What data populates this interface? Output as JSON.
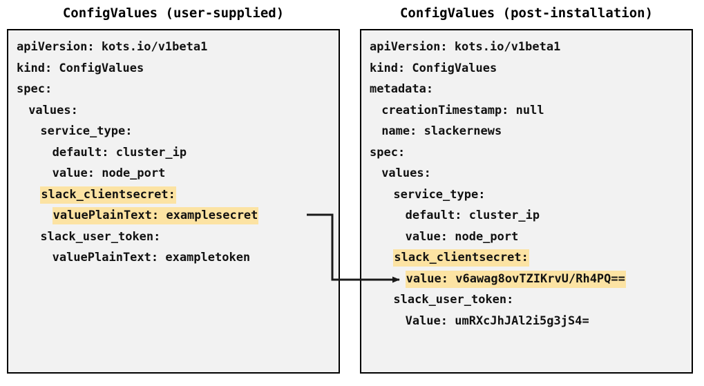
{
  "page": {
    "background_color": "#ffffff",
    "panel_background": "#F2F2F2",
    "highlight_color": "#FCE3A3",
    "border_color": "#000000"
  },
  "left_panel": {
    "title": "ConfigValues (user-supplied)",
    "lines": [
      {
        "indent": 0,
        "text": "apiVersion: kots.io/v1beta1",
        "highlight": false
      },
      {
        "indent": 0,
        "text": "kind: ConfigValues",
        "highlight": false
      },
      {
        "indent": 0,
        "text": "spec:",
        "highlight": false
      },
      {
        "indent": 1,
        "text": "values:",
        "highlight": false
      },
      {
        "indent": 2,
        "text": "service_type:",
        "highlight": false
      },
      {
        "indent": 3,
        "text": "default: cluster_ip",
        "highlight": false
      },
      {
        "indent": 3,
        "text": "value: node_port",
        "highlight": false
      },
      {
        "indent": 2,
        "text": "slack_clientsecret:",
        "highlight": true
      },
      {
        "indent": 3,
        "text": "valuePlainText: examplesecret",
        "highlight": true
      },
      {
        "indent": 2,
        "text": "slack_user_token:",
        "highlight": false
      },
      {
        "indent": 3,
        "text": "valuePlainText: exampletoken",
        "highlight": false
      }
    ]
  },
  "right_panel": {
    "title": "ConfigValues (post-installation)",
    "lines": [
      {
        "indent": 0,
        "text": "apiVersion: kots.io/v1beta1",
        "highlight": false
      },
      {
        "indent": 0,
        "text": "kind: ConfigValues",
        "highlight": false
      },
      {
        "indent": 0,
        "text": "metadata:",
        "highlight": false
      },
      {
        "indent": 1,
        "text": "creationTimestamp: null",
        "highlight": false
      },
      {
        "indent": 1,
        "text": "name: slackernews",
        "highlight": false
      },
      {
        "indent": 0,
        "text": "spec:",
        "highlight": false
      },
      {
        "indent": 1,
        "text": "values:",
        "highlight": false
      },
      {
        "indent": 2,
        "text": "service_type:",
        "highlight": false
      },
      {
        "indent": 3,
        "text": "default: cluster_ip",
        "highlight": false
      },
      {
        "indent": 3,
        "text": "value: node_port",
        "highlight": false
      },
      {
        "indent": 2,
        "text": "slack_clientsecret:",
        "highlight": true
      },
      {
        "indent": 3,
        "text": "value: v6awag8ovTZIKrvU/Rh4PQ==",
        "highlight": true
      },
      {
        "indent": 2,
        "text": "slack_user_token:",
        "highlight": false
      },
      {
        "indent": 3,
        "text": "Value: umRXcJhJAl2i5g3jS4=",
        "highlight": false
      }
    ]
  },
  "connector": {
    "name": "mapping-arrow",
    "from_line": "valuePlainText: examplesecret",
    "to_line": "value: v6awag8ovTZIKrvU/Rh4PQ==",
    "color": "#1a1a1a"
  }
}
